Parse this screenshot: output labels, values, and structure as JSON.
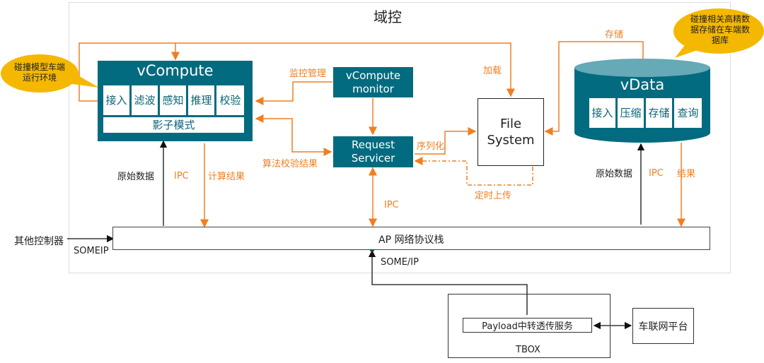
{
  "domain_box": {
    "title": "域控"
  },
  "callouts": {
    "left": "碰撞模型车端运行环境",
    "right": "碰撞相关高精数据存储在车端数据库"
  },
  "vcompute": {
    "title": "vCompute",
    "modules": [
      "接入",
      "滤波",
      "感知",
      "推理",
      "校验"
    ],
    "shadow": "影子模式"
  },
  "monitor": {
    "line1": "vCompute",
    "line2": "monitor"
  },
  "request_servicer": {
    "line1": "Request",
    "line2": "Servicer"
  },
  "file_system": {
    "line1": "File",
    "line2": "System"
  },
  "vdata": {
    "title": "vData",
    "modules": [
      "接入",
      "压缩",
      "存储",
      "查询"
    ]
  },
  "labels": {
    "monitor_mgmt": "监控管理",
    "algo_verify": "算法校验结果",
    "serialize": "序列化",
    "load": "加载",
    "store": "存储",
    "timed_upload": "定时上传",
    "raw_data_left": "原始数据",
    "ipc_left": "IPC",
    "calc_result": "计算结果",
    "ipc_mid": "IPC",
    "raw_data_right": "原始数据",
    "ipc_right": "IPC",
    "result": "结果",
    "other_controllers": "其他控制器",
    "someip_left": "SOMEIP",
    "someip_bottom": "SOME/IP"
  },
  "ap_stack": {
    "label": "AP 网络协议栈"
  },
  "tbox": {
    "label": "TBOX",
    "payload_service": "Payload中转透传服务"
  },
  "platform": {
    "label": "车联网平台"
  },
  "colors": {
    "teal": "#036b7f",
    "orange": "#f07f22",
    "callout": "#f5b800"
  }
}
